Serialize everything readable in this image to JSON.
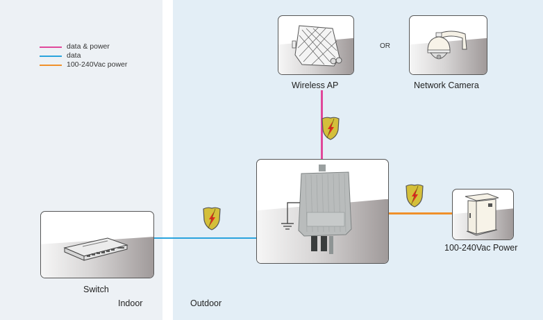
{
  "zones": {
    "indoor_label": "Indoor",
    "outdoor_label": "Outdoor"
  },
  "legend": [
    {
      "label": "data & power",
      "color": "#e0479a"
    },
    {
      "label": "data",
      "color": "#29a3dd"
    },
    {
      "label": "100-240Vac power",
      "color": "#f0902a"
    }
  ],
  "devices": {
    "wireless_ap": {
      "label": "Wireless AP",
      "icon": "wireless-ap-icon"
    },
    "or_text": "OR",
    "network_camera": {
      "label": "Network Camera",
      "icon": "dome-camera-icon"
    },
    "enclosure": {
      "icon": "outdoor-poe-enclosure-icon"
    },
    "power_cabinet": {
      "label": "100-240Vac Power",
      "icon": "power-cabinet-icon"
    },
    "switch": {
      "label": "Switch",
      "icon": "network-switch-icon"
    }
  },
  "connections": [
    {
      "from": "switch",
      "to": "enclosure",
      "type": "data",
      "color": "#29a3dd",
      "surge_protector": true
    },
    {
      "from": "enclosure",
      "to": "wireless_ap",
      "type": "data & power",
      "color": "#e0479a",
      "surge_protector": true
    },
    {
      "from": "power_cabinet",
      "to": "enclosure",
      "type": "100-240Vac power",
      "color": "#f0902a",
      "surge_protector": true
    }
  ],
  "colors": {
    "shield_fill": "#d4bf3a",
    "bolt": "#e52421"
  }
}
